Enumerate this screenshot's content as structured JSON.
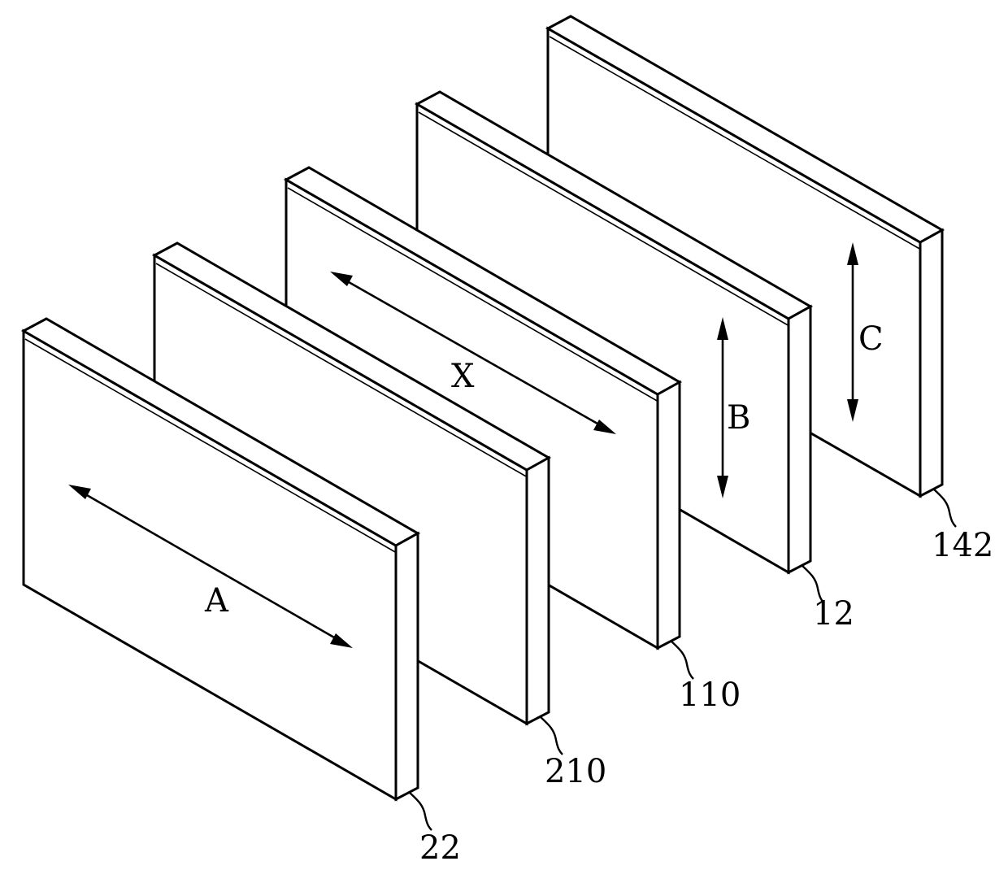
{
  "panels": [
    {
      "ref": "142",
      "arrow_label": "C"
    },
    {
      "ref": "12",
      "arrow_label": "B"
    },
    {
      "ref": "110",
      "arrow_label": "X"
    },
    {
      "ref": "210",
      "arrow_label": ""
    },
    {
      "ref": "22",
      "arrow_label": "A"
    }
  ],
  "colors": {
    "line": "#000000",
    "background": "#ffffff"
  }
}
